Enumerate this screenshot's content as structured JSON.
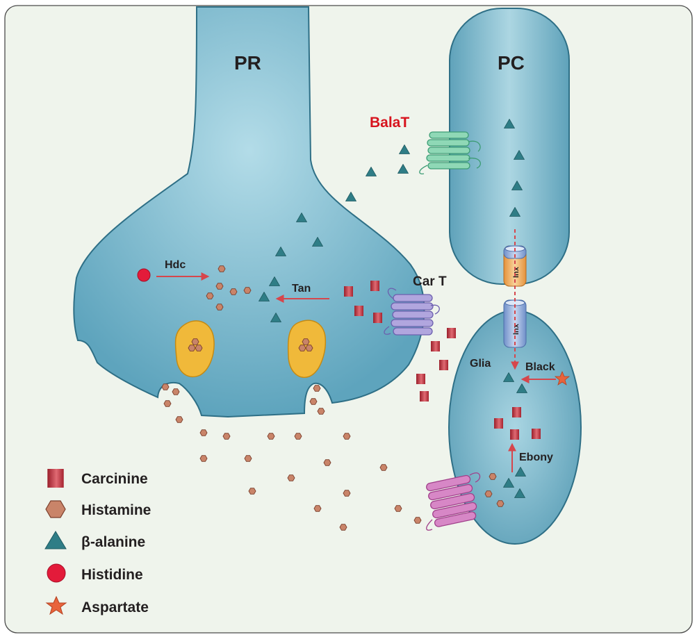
{
  "labels": {
    "pr": "PR",
    "pc": "PC",
    "balat": "BalaT",
    "car_t": "Car T",
    "hdc": "Hdc",
    "tan": "Tan",
    "glia": "Glia",
    "black": "Black",
    "ebony": "Ebony",
    "inx_top": "Inx",
    "inx_bottom": "Inx"
  },
  "legend": [
    {
      "symbol": "carcinine-icon",
      "label": "Carcinine"
    },
    {
      "symbol": "histamine-icon",
      "label": "Histamine"
    },
    {
      "symbol": "beta-alanine-icon",
      "label": "β-alanine"
    },
    {
      "symbol": "histidine-icon",
      "label": "Histidine"
    },
    {
      "symbol": "aspartate-icon",
      "label": "Aspartate"
    }
  ],
  "colors": {
    "background": "#eff4ec",
    "cell_fill": "#6fb0c7",
    "cell_stroke": "#2e6f86",
    "carcinine": "#c0353d",
    "histamine": "#c98469",
    "beta_alanine": "#2f7d86",
    "histidine": "#e31b3a",
    "aspartate": "#e8643c",
    "arrow": "#d6464c",
    "balat_label": "#d7141e",
    "balat_transporter": "#74c9a3",
    "car_t_transporter": "#9d8fcf",
    "glia_transporter": "#cc66b3",
    "vesicle": "#f0b93a"
  }
}
